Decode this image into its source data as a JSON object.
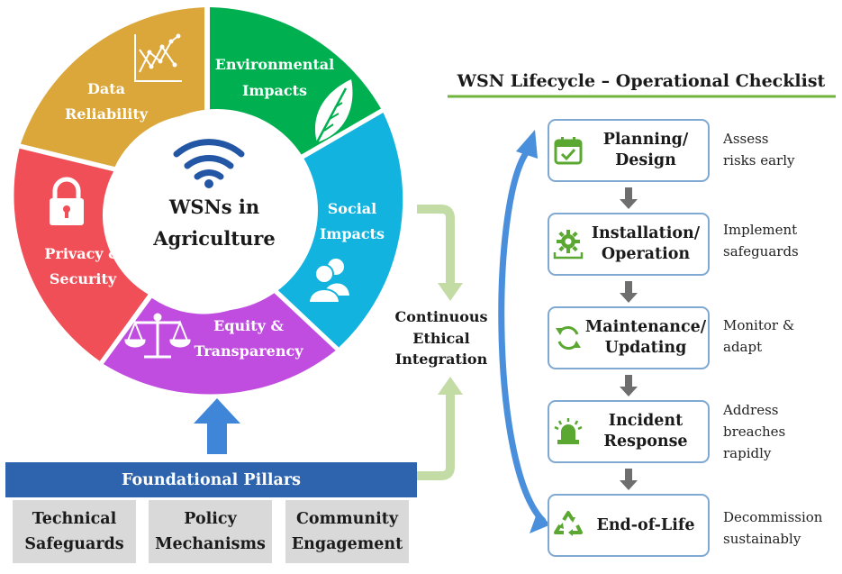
{
  "wheel": {
    "center_line1": "WSNs in",
    "center_line2": "Agriculture",
    "segments": [
      {
        "line1": "Environmental",
        "line2": "Impacts",
        "color": "#00b050",
        "icon": "leaf-icon"
      },
      {
        "line1": "Social",
        "line2": "Impacts",
        "color": "#12b3de",
        "icon": "people-icon"
      },
      {
        "line1": "Equity &",
        "line2": "Transparency",
        "color": "#c04de0",
        "icon": "scales-icon"
      },
      {
        "line1": "Privacy &",
        "line2": "Security",
        "color": "#f04f57",
        "icon": "lock-icon"
      },
      {
        "line1": "Data",
        "line2": "Reliability",
        "color": "#dba63a",
        "icon": "line-chart-icon"
      }
    ],
    "center_icon": "wifi-icon"
  },
  "foundation": {
    "title": "Foundational Pillars",
    "pillars": [
      "Technical\nSafeguards",
      "Policy\nMechanisms",
      "Community\nEngagement"
    ]
  },
  "integration": {
    "line1": "Continuous",
    "line2": "Ethical",
    "line3": "Integration"
  },
  "checklist": {
    "title": "WSN Lifecycle – Operational Checklist",
    "stages": [
      {
        "label": "Planning/\nDesign",
        "note": "Assess\nrisks early",
        "icon": "calendar-check-icon"
      },
      {
        "label": "Installation/\nOperation",
        "note": "Implement\nsafeguards",
        "icon": "gear-icon"
      },
      {
        "label": "Maintenance/\nUpdating",
        "note": "Monitor &\nadapt",
        "icon": "refresh-icon"
      },
      {
        "label": "Incident\nResponse",
        "note": "Address\nbreaches\nrapidly",
        "icon": "alarm-icon"
      },
      {
        "label": "End-of-Life",
        "note": "Decommission\nsustainably",
        "icon": "recycle-icon"
      }
    ]
  }
}
